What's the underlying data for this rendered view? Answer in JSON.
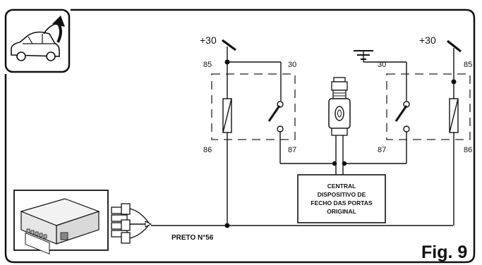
{
  "figure_label": "Fig. 9",
  "relays": {
    "left": {
      "supply": "+30",
      "pin_85": "85",
      "pin_30": "30",
      "pin_86": "86",
      "pin_87": "87"
    },
    "right": {
      "supply": "+30",
      "pin_85": "85",
      "pin_30": "30",
      "pin_86": "86",
      "pin_87": "87"
    }
  },
  "central_unit": {
    "line1": "CENTRAL",
    "line2": "DISPOSITIVO DE",
    "line3": "FECHO DAS PORTAS",
    "line4": "ORIGINAL"
  },
  "wire_label": "PRETO N°56",
  "icons": {
    "car_door": "car-door-open-icon",
    "module": "control-module-icon",
    "ground": "ground-icon",
    "actuator": "door-lock-actuator-icon"
  }
}
